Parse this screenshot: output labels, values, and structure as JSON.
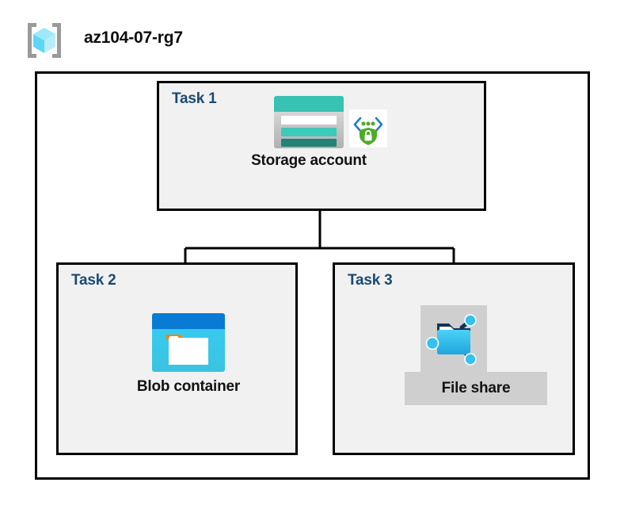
{
  "header": {
    "icon_name": "resource-group-icon",
    "title": "az104-07-rg7"
  },
  "diagram": {
    "container_name": "resource-group-container",
    "tasks": [
      {
        "id": "task1",
        "label": "Task 1",
        "node": {
          "caption": "Storage account",
          "icon_name": "storage-account-icon",
          "badge_icon_name": "secure-endpoint-shield-icon",
          "highlighted": false
        }
      },
      {
        "id": "task2",
        "label": "Task 2",
        "node": {
          "caption": "Blob container",
          "icon_name": "blob-container-icon",
          "highlighted": false
        }
      },
      {
        "id": "task3",
        "label": "Task 3",
        "node": {
          "caption": "File share",
          "icon_name": "file-share-icon",
          "highlighted": true
        }
      }
    ],
    "connectors": [
      {
        "name": "storage-to-branch-trunk",
        "from": "Storage account",
        "to": "branch-bus"
      },
      {
        "name": "branch-to-blob-container",
        "from": "branch-bus",
        "to": "Blob container"
      },
      {
        "name": "branch-to-file-share",
        "from": "branch-bus",
        "to": "File share"
      }
    ]
  },
  "colors": {
    "task_label": "#1b4a72",
    "caption_text": "#121212",
    "title_text": "#0d0d0d",
    "task_box_fill": "#f1f1f1",
    "outer_box_fill": "#ffffff",
    "border": "#000000",
    "selection_highlight": "#cfcfcf",
    "storage_teal": "#37c2b1",
    "storage_teal_dark": "#238276",
    "blob_blue": "#0a7bd4",
    "blob_cyan": "#32c8f0",
    "blob_orange": "#f2870d",
    "fileshare_cyan": "#35c1ee",
    "fileshare_navy": "#13345c",
    "shield_green": "#4eab28",
    "bracket_blue": "#1d7fd1",
    "rg_cube_cyan": "#8fe4fa",
    "rg_bracket_gray": "#9a9a9a"
  }
}
